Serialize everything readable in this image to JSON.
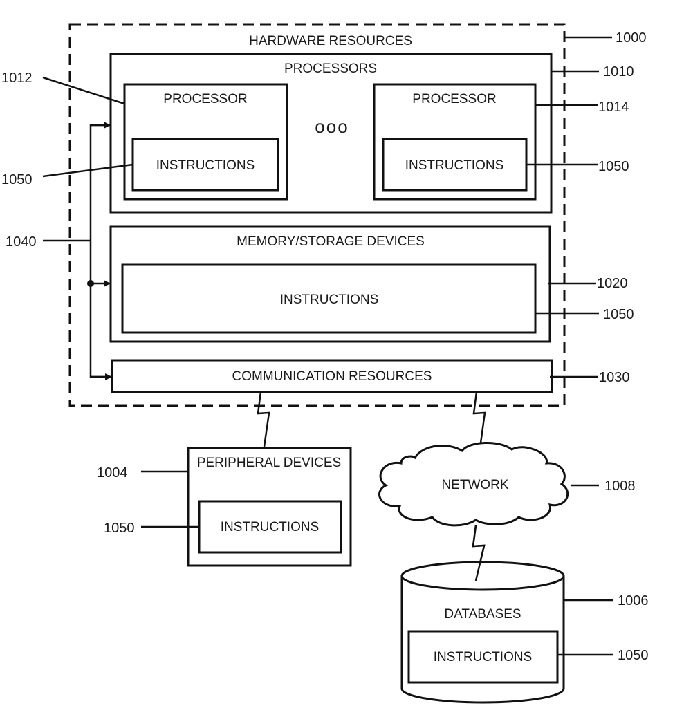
{
  "diagram": {
    "hardware": {
      "label": "HARDWARE RESOURCES",
      "ref": "1000"
    },
    "processors": {
      "label": "PROCESSORS",
      "ref": "1010"
    },
    "processor_left": {
      "label": "PROCESSOR",
      "ref": "1012",
      "instructions": "INSTRUCTIONS",
      "instructions_ref": "1050"
    },
    "processor_right": {
      "label": "PROCESSOR",
      "ref": "1014",
      "instructions": "INSTRUCTIONS",
      "instructions_ref": "1050"
    },
    "ellipsis": "ooo",
    "memory": {
      "label": "MEMORY/STORAGE DEVICES",
      "ref": "1020",
      "instructions": "INSTRUCTIONS",
      "instructions_ref": "1050"
    },
    "bus": {
      "ref": "1040"
    },
    "communication": {
      "label": "COMMUNICATION RESOURCES",
      "ref": "1030"
    },
    "peripheral": {
      "label": "PERIPHERAL DEVICES",
      "ref": "1004",
      "instructions": "INSTRUCTIONS",
      "instructions_ref": "1050"
    },
    "network": {
      "label": "NETWORK",
      "ref": "1008"
    },
    "databases": {
      "label": "DATABASES",
      "ref": "1006",
      "instructions": "INSTRUCTIONS",
      "instructions_ref": "1050"
    }
  }
}
